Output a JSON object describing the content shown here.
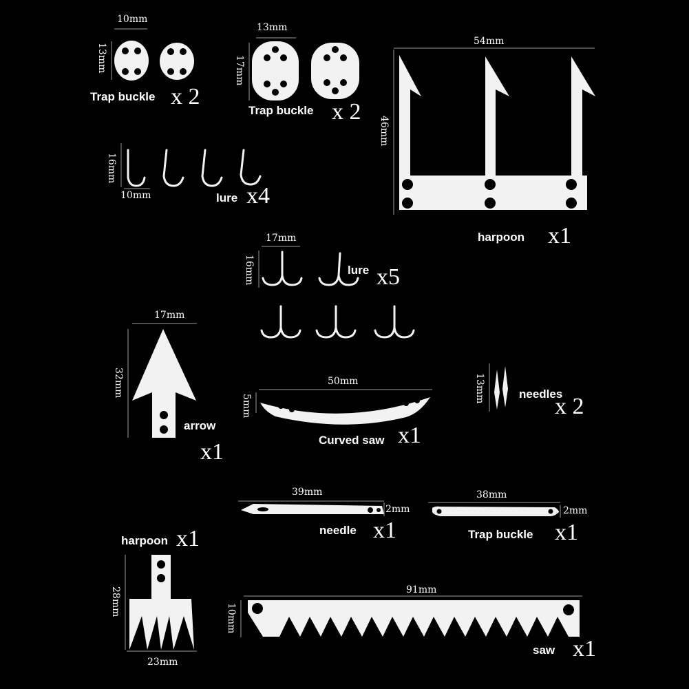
{
  "items": [
    {
      "name": "Trap buckle",
      "qty": "x 2",
      "dims": [
        "10mm",
        "13mm"
      ]
    },
    {
      "name": "Trap buckle",
      "qty": "x 2",
      "dims": [
        "13mm",
        "17mm"
      ]
    },
    {
      "name": "harpoon",
      "qty": "x1",
      "dims": [
        "54mm",
        "46mm"
      ]
    },
    {
      "name": "lure",
      "qty": "x4",
      "dims": [
        "16mm",
        "10mm"
      ]
    },
    {
      "name": "lure",
      "qty": "x5",
      "dims": [
        "17mm",
        "16mm"
      ]
    },
    {
      "name": "arrow",
      "qty": "x1",
      "dims": [
        "17mm",
        "32mm"
      ]
    },
    {
      "name": "Curved saw",
      "qty": "x1",
      "dims": [
        "50mm",
        "5mm"
      ]
    },
    {
      "name": "needles",
      "qty": "x 2",
      "dims": [
        "13mm"
      ]
    },
    {
      "name": "needle",
      "qty": "x1",
      "dims": [
        "39mm",
        "2mm"
      ]
    },
    {
      "name": "Trap buckle",
      "qty": "x1",
      "dims": [
        "38mm",
        "2mm"
      ]
    },
    {
      "name": "harpoon",
      "qty": "x1",
      "dims": [
        "28mm",
        "23mm"
      ]
    },
    {
      "name": "saw",
      "qty": "x1",
      "dims": [
        "91mm",
        "10mm"
      ]
    }
  ]
}
